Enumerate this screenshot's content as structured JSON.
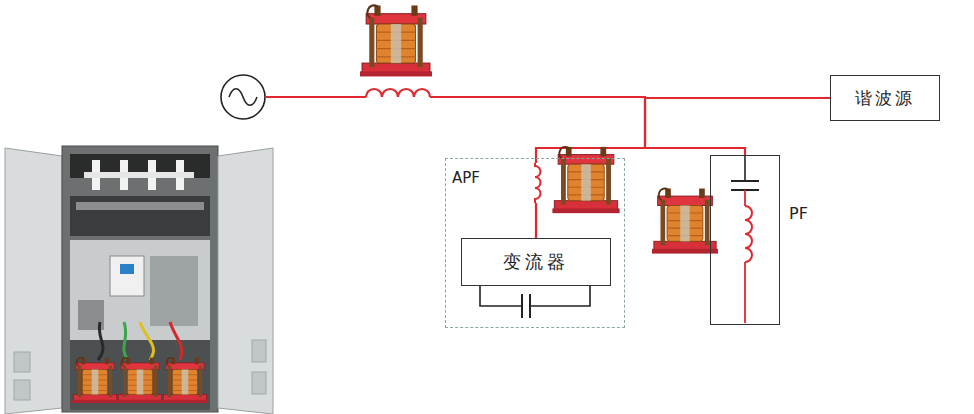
{
  "diagram": {
    "nodes": [
      {
        "text": [
          "谐波源"
        ]
      },
      {
        "text": [
          "APF"
        ]
      },
      {
        "text": [
          "变流器"
        ],
        "in": 1
      },
      {
        "text": [
          "PF"
        ]
      }
    ],
    "edges": [
      {
        "from": 0,
        "to": 2,
        "arrow": "none"
      },
      {
        "from": 0,
        "to": 3,
        "arrow": "none"
      }
    ]
  }
}
